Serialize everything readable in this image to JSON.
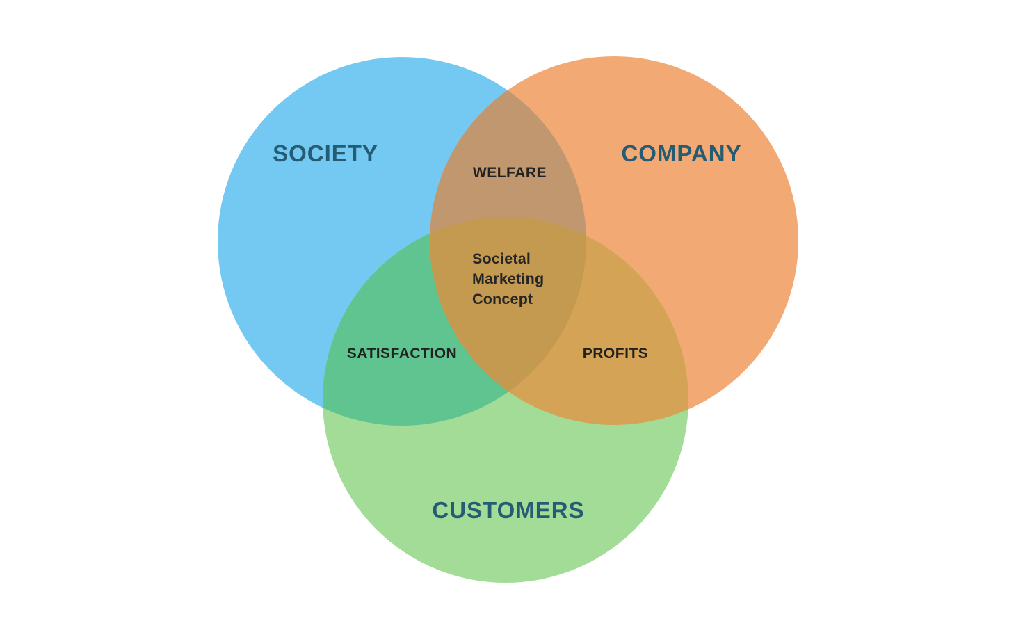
{
  "diagram": {
    "type": "venn",
    "background": "#ffffff",
    "title_color": "#265b74",
    "overlap_label_color": "#212121",
    "center_label_color": "#262626",
    "circles": [
      {
        "id": "society",
        "label": "SOCIETY",
        "color": "#73c9f2"
      },
      {
        "id": "company",
        "label": "COMPANY",
        "color": "#f3a973"
      },
      {
        "id": "customers",
        "label": "CUSTOMERS",
        "color": "#a2dc96"
      }
    ],
    "overlaps": [
      {
        "id": "society-company",
        "label": "WELFARE",
        "color": "#c0976f"
      },
      {
        "id": "society-customers",
        "label": "SATISFACTION",
        "color": "#5fc48f"
      },
      {
        "id": "company-customers",
        "label": "PROFITS",
        "color": "#d5a355"
      },
      {
        "id": "center",
        "label": "Societal Marketing Concept",
        "lines": [
          "Societal",
          "Marketing",
          "Concept"
        ],
        "color": "#c39a50"
      }
    ]
  }
}
